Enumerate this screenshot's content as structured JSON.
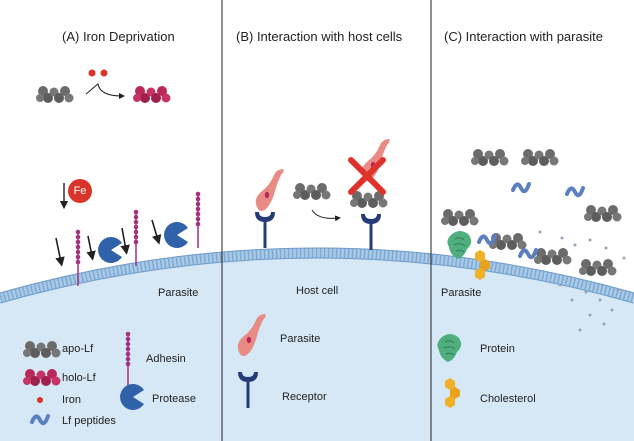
{
  "panels": {
    "a": {
      "title": "(A) Iron Deprivation",
      "cell_label": "Parasite",
      "iron_symbol": "Fe"
    },
    "b": {
      "title": "(B) Interaction with host cells",
      "cell_label": "Host cell"
    },
    "c": {
      "title": "(C) Interaction with parasite",
      "cell_label": "Parasite"
    }
  },
  "legend": {
    "apo_lf": "apo-Lf",
    "holo_lf": "holo-Lf",
    "iron": "Iron",
    "lf_peptides": "Lf peptides",
    "adhesin": "Adhesin",
    "protease": "Protease",
    "parasite": "Parasite",
    "receptor": "Receptor",
    "protein": "Protein",
    "cholesterol": "Cholesterol"
  },
  "colors": {
    "apo_lf": "#6b6b6b",
    "holo_lf": "#b8285a",
    "iron": "#d8342a",
    "lf_peptide": "#5b7fc0",
    "adhesin": "#a3327e",
    "protease": "#2f62a8",
    "parasite": "#e88b85",
    "receptor": "#243b78",
    "membrane": "#8fb8dc",
    "cell_fill": "#d6e7f5",
    "protein": "#4fae7e",
    "cholesterol": "#f2b027",
    "block_x": "#e0322d"
  }
}
